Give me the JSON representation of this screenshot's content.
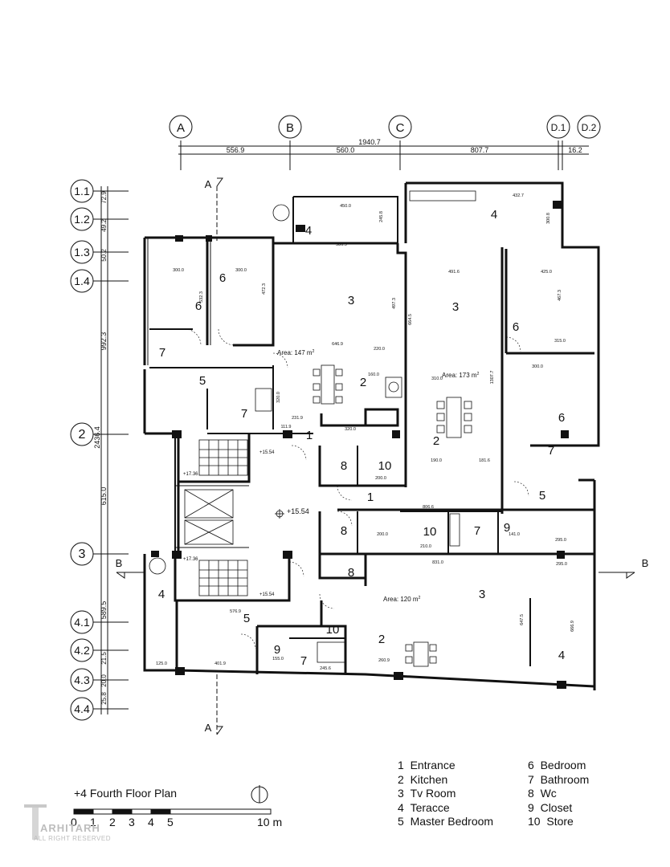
{
  "plan": {
    "title": "+4  Fourth Floor Plan",
    "scale": {
      "ticks": [
        "0",
        "1",
        "2",
        "3",
        "4",
        "5"
      ],
      "end": "10 m"
    },
    "grid_columns": [
      {
        "id": "A"
      },
      {
        "id": "B"
      },
      {
        "id": "C"
      },
      {
        "id": "D.1"
      },
      {
        "id": "D.2"
      }
    ],
    "grid_rows": [
      {
        "id": "1.1"
      },
      {
        "id": "1.2"
      },
      {
        "id": "1.3"
      },
      {
        "id": "1.4"
      },
      {
        "id": "2"
      },
      {
        "id": "3"
      },
      {
        "id": "4.1"
      },
      {
        "id": "4.2"
      },
      {
        "id": "4.3"
      },
      {
        "id": "4.4"
      }
    ],
    "top_dimensions": {
      "total": "1940.7",
      "segments": [
        "556.9",
        "560.0",
        "807.7",
        "16.2"
      ]
    },
    "left_dimensions": {
      "total": "2436.4",
      "segments": [
        "992.3",
        "615.0",
        "589.5"
      ],
      "small": [
        "72.9",
        "49.2",
        "50.2",
        "21.5",
        "20.0",
        "25.8"
      ]
    },
    "section_marks": [
      "A",
      "A",
      "B",
      "B"
    ],
    "levels": [
      "+15.54",
      "+17.36",
      "+15.54",
      "+17.36",
      "+15.54"
    ],
    "areas": [
      {
        "label": "Area: 147 m",
        "sup": "2"
      },
      {
        "label": "Area: 173 m",
        "sup": "2"
      },
      {
        "label": "Area: 120 m",
        "sup": "2"
      }
    ],
    "room_numbers": [
      "4",
      "4",
      "6",
      "6",
      "3",
      "3",
      "6",
      "7",
      "5",
      "7",
      "1",
      "2",
      "2",
      "8",
      "10",
      "7",
      "6",
      "1",
      "8",
      "10",
      "7",
      "9",
      "5",
      "8",
      "3",
      "4",
      "5",
      "2",
      "10",
      "9",
      "7",
      "4"
    ],
    "room_dims": [
      "450.0",
      "432.7",
      "586.9",
      "245.8",
      "300.8",
      "300.0",
      "300.0",
      "491.6",
      "425.0",
      "472.3",
      "532.3",
      "497.3",
      "664.5",
      "467.3",
      "646.9",
      "315.0",
      "220.0",
      "160.0",
      "300.0",
      "310.0",
      "1307.7",
      "320.0",
      "231.9",
      "111.9",
      "320.0",
      "190.0",
      "181.6",
      "806.6",
      "200.0",
      "200.0",
      "210.0",
      "141.0",
      "295.0",
      "831.0",
      "295.0",
      "576.9",
      "401.9",
      "260.9",
      "647.5",
      "666.9",
      "125.0",
      "245.6",
      "155.0"
    ]
  },
  "legend": [
    {
      "num": "1",
      "name": "Entrance"
    },
    {
      "num": "2",
      "name": "Kitchen"
    },
    {
      "num": "3",
      "name": "Tv Room"
    },
    {
      "num": "4",
      "name": "Teracce"
    },
    {
      "num": "5",
      "name": "Master Bedroom"
    },
    {
      "num": "6",
      "name": "Bedroom"
    },
    {
      "num": "7",
      "name": "Bathroom"
    },
    {
      "num": "8",
      "name": "Wc"
    },
    {
      "num": "9",
      "name": "Closet"
    },
    {
      "num": "10",
      "name": "Store"
    }
  ],
  "watermark": {
    "brand": "ARHITARH",
    "rights": "ALL RIGHT RESERVED"
  }
}
